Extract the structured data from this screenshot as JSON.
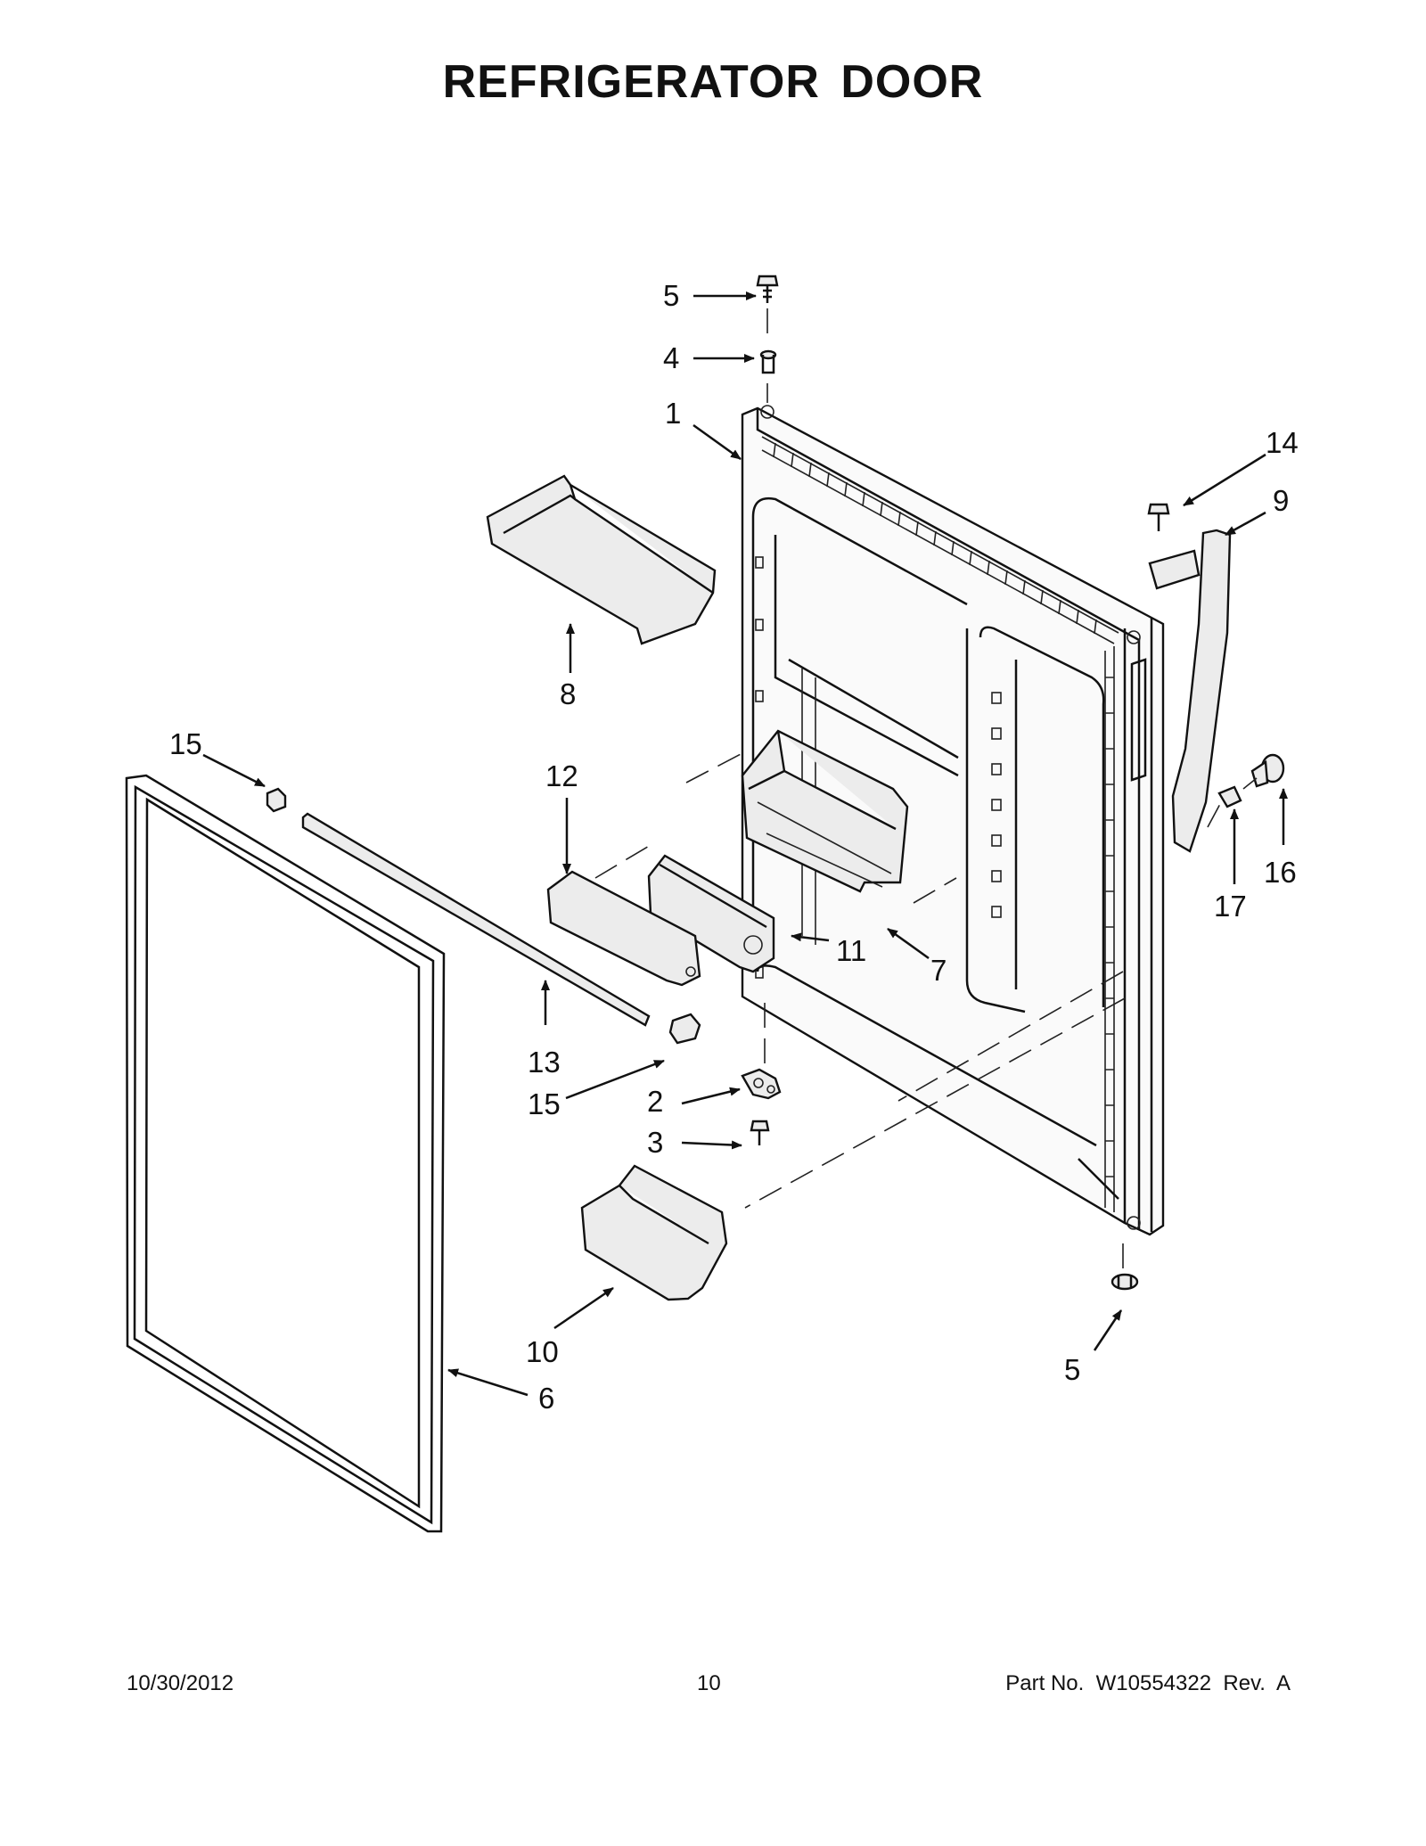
{
  "title": "REFRIGERATOR DOOR",
  "callouts": {
    "c1": "1",
    "c2": "2",
    "c3": "3",
    "c4": "4",
    "c5_top": "5",
    "c5_bottom": "5",
    "c6": "6",
    "c7": "7",
    "c8": "8",
    "c9": "9",
    "c10": "10",
    "c11": "11",
    "c12": "12",
    "c13": "13",
    "c14": "14",
    "c15_top": "15",
    "c15_bottom": "15",
    "c16": "16",
    "c17": "17"
  },
  "footer": {
    "date": "10/30/2012",
    "page": "10",
    "part_no": "Part No.  W10554322  Rev.  A"
  }
}
